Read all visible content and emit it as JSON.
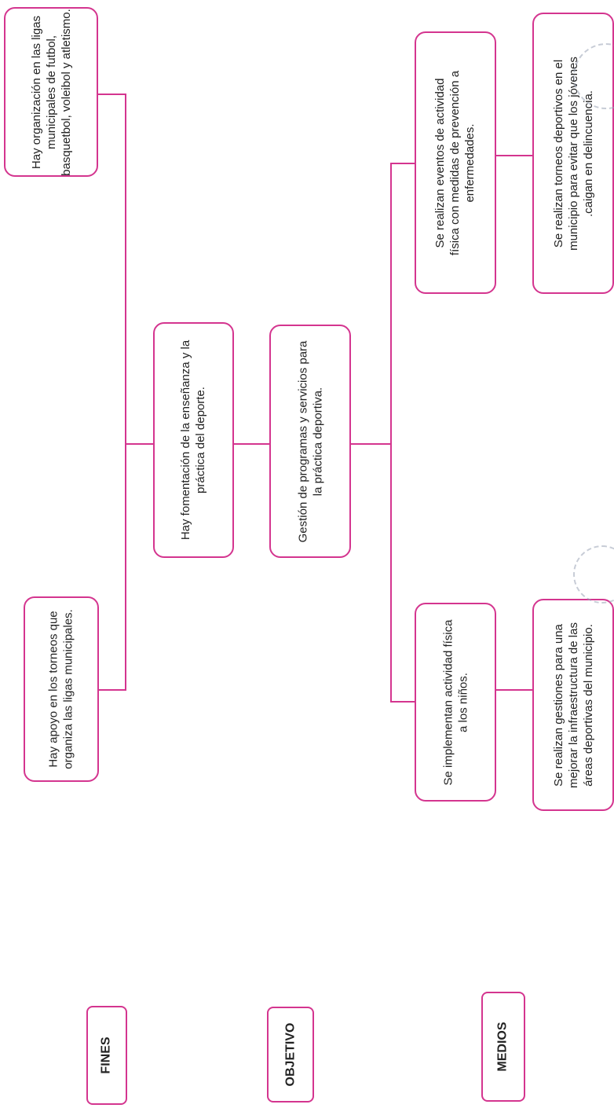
{
  "labels": {
    "fines": "FINES",
    "objetivo": "OBJETIVO",
    "medios": "MEDIOS"
  },
  "fines": {
    "fin_1": [
      "Hay apoyo en los torneos que",
      "organiza las ligas municipales."
    ],
    "fin_2": [
      "Hay organización en las ligas",
      "municipales de futbol,",
      "basquetbol, voleibol y atletismo."
    ],
    "fin_central": [
      "Hay fomentación de la enseñanza y la",
      "práctica del deporte."
    ]
  },
  "objetivo": {
    "text": [
      "Gestión de programas y servicios para",
      "la práctica deportiva."
    ]
  },
  "medios": {
    "medio_1": [
      "Se implementan actividad física",
      "a los niños."
    ],
    "medio_2": [
      "Se realizan eventos de actividad",
      "física con medidas de prevención a",
      "enfermedades."
    ],
    "medio_1a": [
      "Se realizan gestiones para una",
      "mejorar la infraestructura de las",
      "áreas deportivas del municipio."
    ],
    "medio_2a": [
      "Se realizan torneos deportivos en el",
      "municipio para evitar que los jóvenes",
      ".caigan en delincuencia."
    ]
  },
  "colors": {
    "border": "#d4358f",
    "line": "#d4358f"
  }
}
